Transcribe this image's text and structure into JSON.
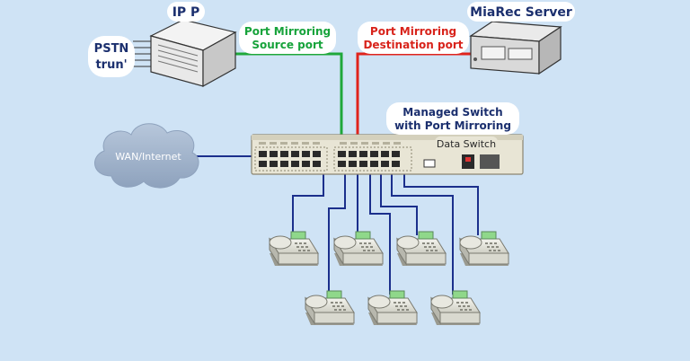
{
  "labels": {
    "ip_pbx": "IP P",
    "pstn_line1": "PSTN",
    "pstn_line2": "trun'",
    "server": "MiaRec Server",
    "source_line1": "Port Mirroring",
    "source_line2": "Source port",
    "dest_line1": "Port Mirroring",
    "dest_line2": "Destination port",
    "managed_line1": "Managed Switch",
    "managed_line2": "with Port Mirroring",
    "data_switch": "Data Switch",
    "wan": "WAN/Internet"
  },
  "colors": {
    "background": "#cfe3f5",
    "source_link": "#1fa83a",
    "destination_link": "#e0231c",
    "lan_link": "#1b2f8c",
    "label_text": "#1b2f6e",
    "source_text": "#17a33b",
    "destination_text": "#d8231b"
  },
  "icons": {
    "pbx": "ip-pbx-server-icon",
    "server": "rack-server-icon",
    "cloud": "cloud-icon",
    "switch": "network-switch-icon",
    "phone": "desk-phone-icon"
  },
  "phone_count": 7
}
